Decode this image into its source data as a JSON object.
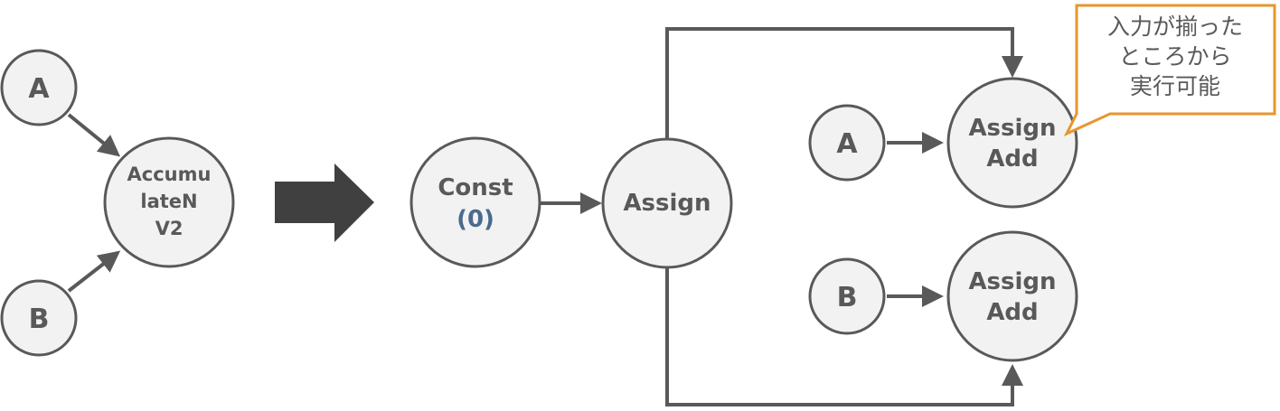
{
  "left_graph": {
    "input_a": "A",
    "input_b": "B",
    "accumulate_lines": [
      "Accumu",
      "lateN",
      "V2"
    ]
  },
  "right_graph": {
    "const_label": "Const",
    "const_value": "(0)",
    "assign_label": "Assign",
    "input_a": "A",
    "input_b": "B",
    "assign_add_top_lines": [
      "Assign",
      "Add"
    ],
    "assign_add_bottom_lines": [
      "Assign",
      "Add"
    ]
  },
  "callout": {
    "lines": [
      "入力が揃った",
      "ところから",
      "実行可能"
    ]
  },
  "colors": {
    "node_fill": "#f2f2f2",
    "stroke": "#595959",
    "const_value": "#4a6a8f",
    "callout_border": "#e8962e",
    "big_arrow": "#404040"
  }
}
